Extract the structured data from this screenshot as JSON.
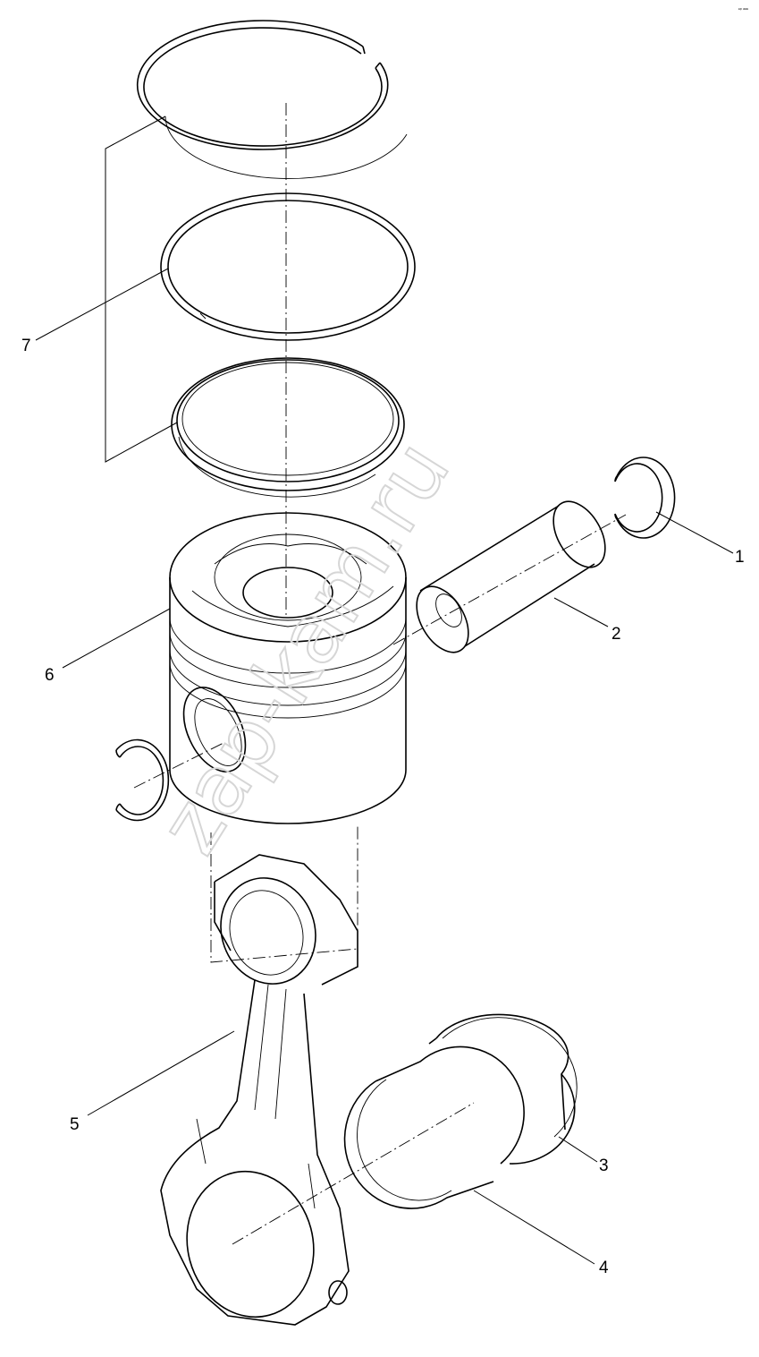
{
  "corner_mark": "ᵉᵖ ᵃᵃᵃ",
  "watermark": "zap-kam.ru",
  "callouts": [
    {
      "id": "1",
      "label": "1"
    },
    {
      "id": "2",
      "label": "2"
    },
    {
      "id": "3",
      "label": "3"
    },
    {
      "id": "4",
      "label": "4"
    },
    {
      "id": "5",
      "label": "5"
    },
    {
      "id": "6",
      "label": "6"
    },
    {
      "id": "7",
      "label": "7"
    }
  ]
}
